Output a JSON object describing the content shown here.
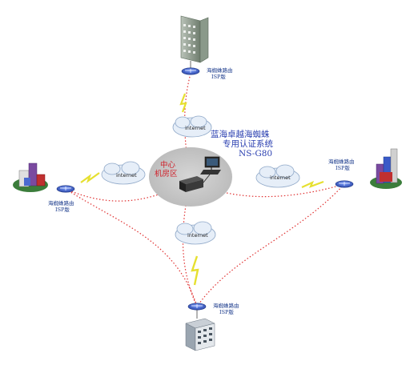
{
  "system": {
    "title_line1": "蓝海卓越海蜘蛛",
    "title_line2": "专用认证系统",
    "model": "NS-G80"
  },
  "center": {
    "line1": "中心",
    "line2": "机房区"
  },
  "routers": {
    "top": {
      "line1": "海蜘蛛路由",
      "line2": "ISP版"
    },
    "left": {
      "line1": "海蜘蛛路由",
      "line2": "ISP版"
    },
    "right": {
      "line1": "海蜘蛛路由",
      "line2": "ISP版"
    },
    "bottom": {
      "line1": "海蜘蛛路由",
      "line2": "ISP版"
    }
  },
  "clouds": {
    "top": "internet",
    "left": "internet",
    "right": "internet",
    "bottom": "internet"
  },
  "colors": {
    "link_dotted": "#e03030",
    "hub_ellipse": "#cfcfcf",
    "cloud_fill": "#e6eef8",
    "cloud_stroke": "#8fa8c8",
    "router_fill": "#3a5fc8",
    "lightning": "#e6e030",
    "title_text": "#2a3fb0",
    "center_text": "#d0202a"
  }
}
